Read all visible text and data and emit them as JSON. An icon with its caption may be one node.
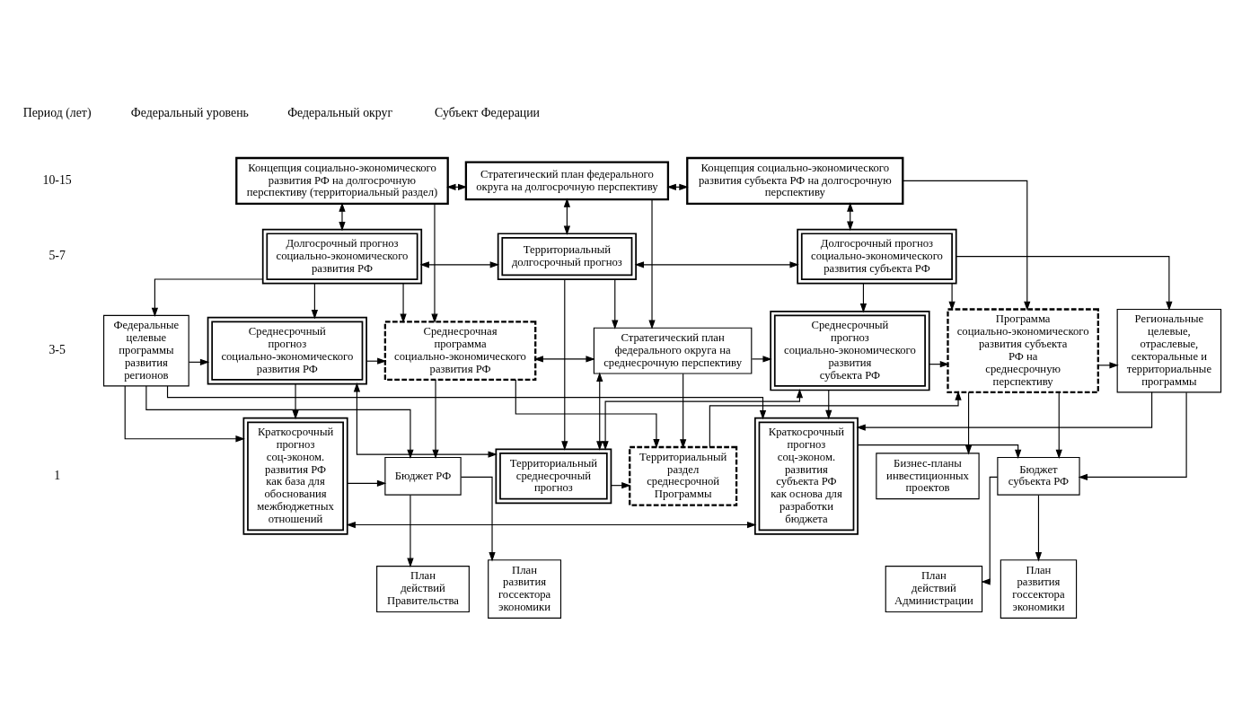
{
  "diagram": {
    "nodes": [
      {
        "text": [
          "Концепция социально-экономического развития РФ на долгосрочную перспективу (территориальный раздел)"
        ]
      },
      {
        "text": [
          "Стратегический план федерального округа на долгосрочную перспективу"
        ]
      },
      {
        "text": [
          "Концепция социально-экономического развития субъекта РФ на долгосрочную перспективу"
        ]
      },
      {
        "text": [
          "Долгосрочный прогноз социально-экономического развития РФ"
        ]
      },
      {
        "text": [
          "Территориальный долгосрочный прогноз"
        ]
      },
      {
        "text": [
          "Долгосрочный прогноз социально-экономического развития субъекта РФ"
        ]
      },
      {
        "text": [
          "Федеральные целевые программы развития регионов"
        ]
      },
      {
        "text": [
          "Среднесрочный прогноз социально-экономического развития РФ"
        ]
      },
      {
        "text": [
          "Среднесрочная программа социально-экономического развития РФ"
        ]
      },
      {
        "text": [
          "Стратегический план федерального округа на среднесрочную перспективу"
        ]
      },
      {
        "text": [
          "Среднесрочный прогноз социально-экономического развития субъекта РФ"
        ]
      },
      {
        "text": [
          "Программа социально-экономического развития субъекта РФ на среднесрочную перспективу"
        ]
      },
      {
        "text": [
          "Региональные целевые, отраслевые, секторальные и территориальные программы"
        ]
      },
      {
        "text": [
          "Территориальный среднесрочный прогноз"
        ]
      },
      {
        "text": [
          "Территориальный раздел среднесрочной Программы"
        ]
      },
      {
        "text": [
          "Бизнес-планы инвестиционных проектов"
        ]
      },
      {
        "text": [
          "Краткосрочный прогноз соц-эконом. развития РФ как база для обоснования межбюджетных отношений"
        ]
      },
      {
        "text": [
          "Бюджет РФ"
        ]
      },
      {
        "text": [
          "План действий Правительства"
        ]
      },
      {
        "text": [
          "План развития госсектора экономики"
        ]
      },
      {
        "text": [
          "Краткосрочный прогноз соц-эконом. развития субъекта РФ как основа для разработки бюджета"
        ]
      },
      {
        "text": [
          "Бюджет субъекта РФ"
        ]
      },
      {
        "text": [
          "План действий Администрации"
        ]
      },
      {
        "text": [
          "План развития госсектора экономики"
        ]
      }
    ],
    "edges": [
      {
        "from": 0,
        "to": 1,
        "arrow": "both"
      },
      {
        "from": 1,
        "to": 2,
        "arrow": "both"
      },
      {
        "from": 0,
        "to": 3,
        "arrow": "both"
      },
      {
        "from": 1,
        "to": 4,
        "arrow": "both"
      },
      {
        "from": 3,
        "to": 4,
        "arrow": "both"
      },
      {
        "from": 4,
        "to": 5,
        "arrow": "both"
      },
      {
        "from": 5,
        "to": 2,
        "arrow": "both"
      },
      {
        "from": 0,
        "to": 8,
        "arrow": "to"
      },
      {
        "from": 1,
        "to": 9,
        "arrow": "to"
      },
      {
        "from": 2,
        "to": 11,
        "arrow": "to"
      },
      {
        "from": 3,
        "to": 6,
        "arrow": "to"
      },
      {
        "from": 3,
        "to": 7,
        "arrow": "to"
      },
      {
        "from": 3,
        "to": 8,
        "arrow": "to"
      },
      {
        "from": 4,
        "to": 9,
        "arrow": "to"
      },
      {
        "from": 4,
        "to": 13,
        "arrow": "to"
      },
      {
        "from": 5,
        "to": 10,
        "arrow": "to"
      },
      {
        "from": 5,
        "to": 11,
        "arrow": "to"
      },
      {
        "from": 5,
        "to": 12,
        "arrow": "to"
      },
      {
        "from": 6,
        "to": 7,
        "arrow": "to"
      },
      {
        "from": 7,
        "to": 8,
        "arrow": "to"
      },
      {
        "from": 8,
        "to": 9,
        "arrow": "both"
      },
      {
        "from": 9,
        "to": 13,
        "arrow": "both"
      },
      {
        "from": 9,
        "to": 10,
        "arrow": "to"
      },
      {
        "from": 9,
        "to": 14,
        "arrow": "to"
      },
      {
        "from": 8,
        "to": 14,
        "arrow": "to"
      },
      {
        "from": 7,
        "to": 13,
        "arrow": "both"
      },
      {
        "from": 13,
        "to": 10,
        "arrow": "both"
      },
      {
        "from": 13,
        "to": 14,
        "arrow": "to"
      },
      {
        "from": 10,
        "to": 11,
        "arrow": "to"
      },
      {
        "from": 11,
        "to": 12,
        "arrow": "to"
      },
      {
        "from": 14,
        "to": 11,
        "arrow": "to"
      },
      {
        "from": 11,
        "to": 15,
        "arrow": "to"
      },
      {
        "from": 6,
        "to": 16,
        "arrow": "to"
      },
      {
        "from": 6,
        "to": 17,
        "arrow": "to"
      },
      {
        "from": 7,
        "to": 16,
        "arrow": "to"
      },
      {
        "from": 8,
        "to": 17,
        "arrow": "to"
      },
      {
        "from": 16,
        "to": 17,
        "arrow": "to"
      },
      {
        "from": 17,
        "to": 18,
        "arrow": "to"
      },
      {
        "from": 17,
        "to": 19,
        "arrow": "to"
      },
      {
        "from": 10,
        "to": 20,
        "arrow": "to"
      },
      {
        "from": 11,
        "to": 21,
        "arrow": "to"
      },
      {
        "from": 12,
        "to": 21,
        "arrow": "to"
      },
      {
        "from": 12,
        "to": 20,
        "arrow": "to"
      },
      {
        "from": 20,
        "to": 21,
        "arrow": "to"
      },
      {
        "from": 21,
        "to": 22,
        "arrow": "to"
      },
      {
        "from": 21,
        "to": 23,
        "arrow": "to"
      },
      {
        "from": 16,
        "to": 20,
        "arrow": "both"
      },
      {
        "from": 6,
        "to": 20,
        "arrow": "to"
      }
    ],
    "labels": [
      "Период (лет)",
      "Федеральный уровень",
      "Федеральный округ",
      "Субъект Федерации",
      "10-15",
      "5-7",
      "3-5",
      "1"
    ]
  }
}
